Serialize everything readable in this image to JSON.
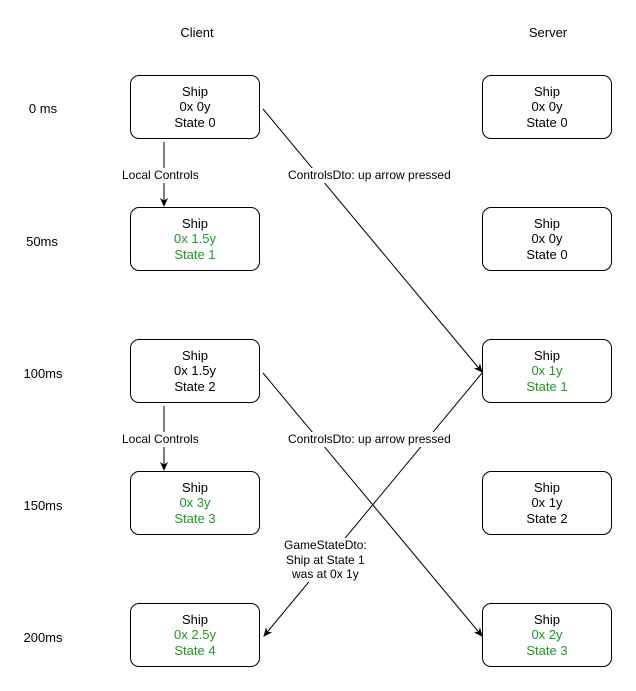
{
  "headers": {
    "client": "Client",
    "server": "Server"
  },
  "times": [
    "0 ms",
    "50ms",
    "100ms",
    "150ms",
    "200ms"
  ],
  "colors": {
    "highlight": "#1e9a1e",
    "line": "#000000"
  },
  "client_boxes": [
    {
      "title": "Ship",
      "pos": "0x 0y",
      "state": "State 0",
      "highlight": false
    },
    {
      "title": "Ship",
      "pos": "0x 1.5y",
      "state": "State 1",
      "highlight": true
    },
    {
      "title": "Ship",
      "pos": "0x 1.5y",
      "state": "State 2",
      "highlight": false
    },
    {
      "title": "Ship",
      "pos": "0x 3y",
      "state": "State 3",
      "highlight": true
    },
    {
      "title": "Ship",
      "pos": "0x 2.5y",
      "state": "State 4",
      "highlight": true
    }
  ],
  "server_boxes": [
    {
      "title": "Ship",
      "pos": "0x 0y",
      "state": "State 0",
      "highlight": false
    },
    {
      "title": "Ship",
      "pos": "0x 0y",
      "state": "State 0",
      "highlight": false
    },
    {
      "title": "Ship",
      "pos": "0x 1y",
      "state": "State 1",
      "highlight": true
    },
    {
      "title": "Ship",
      "pos": "0x 1y",
      "state": "State 2",
      "highlight": false
    },
    {
      "title": "Ship",
      "pos": "0x 2y",
      "state": "State 3",
      "highlight": true
    }
  ],
  "edges": {
    "local_controls_1": "Local Controls",
    "local_controls_2": "Local Controls",
    "controls_dto_1": "ControlsDto: up arrow pressed",
    "controls_dto_2": "ControlsDto: up arrow pressed",
    "game_state_dto": [
      "GameStateDto:",
      "Ship at State 1",
      "was at 0x 1y"
    ]
  }
}
